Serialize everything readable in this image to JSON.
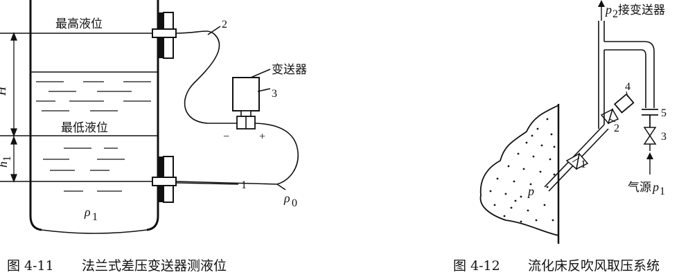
{
  "left_figure": {
    "caption_number": "图 4-11",
    "caption_title": "法兰式差压变送器测液位",
    "labels": {
      "max_level": "最高液位",
      "min_level": "最低液位",
      "transmitter": "变送器",
      "height_H": "H",
      "height_h1_main": "h",
      "height_h1_sub": "1",
      "rho1_main": "ρ",
      "rho1_sub": "1",
      "rho0_main": "ρ",
      "rho0_sub": "0",
      "minus": "−",
      "plus": "+"
    },
    "callouts": {
      "c1": "1",
      "c2": "2",
      "c3": "3"
    }
  },
  "right_figure": {
    "caption_number": "图 4-12",
    "caption_title": "流化床反吹风取压系统",
    "labels": {
      "p2_main": "p",
      "p2_sub": "2",
      "p2_text": "接变送器",
      "p_point": "p",
      "air_source_text": "气源",
      "p1_main": "p",
      "p1_sub": "1"
    },
    "callouts": {
      "c1": "1",
      "c2": "2",
      "c3": "3",
      "c4": "4",
      "c5": "5"
    }
  }
}
